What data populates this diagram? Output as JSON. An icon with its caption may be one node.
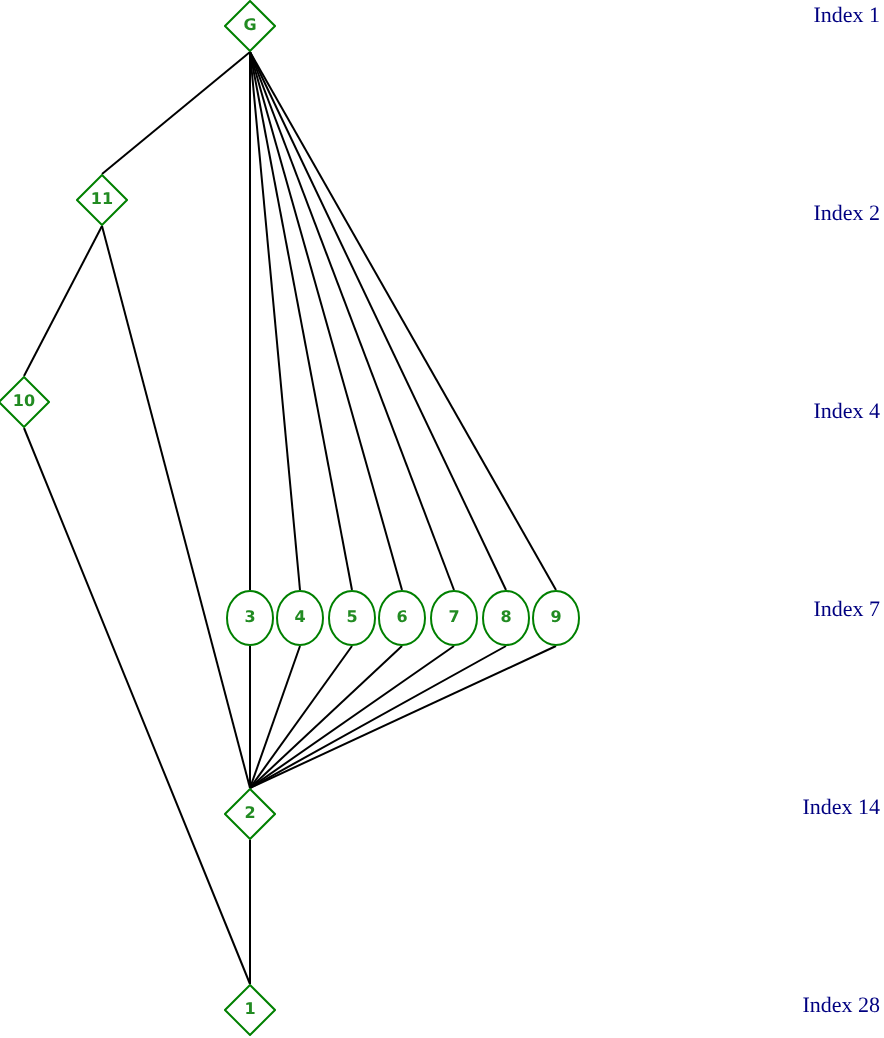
{
  "diagram": {
    "nodes": [
      {
        "text": [
          "G"
        ]
      },
      {
        "text": [
          "11"
        ]
      },
      {
        "text": [
          "10"
        ]
      },
      {
        "text": [
          "3"
        ]
      },
      {
        "text": [
          "4"
        ]
      },
      {
        "text": [
          "5"
        ]
      },
      {
        "text": [
          "6"
        ]
      },
      {
        "text": [
          "7"
        ]
      },
      {
        "text": [
          "8"
        ]
      },
      {
        "text": [
          "9"
        ]
      },
      {
        "text": [
          "2"
        ]
      },
      {
        "text": [
          "1"
        ]
      }
    ],
    "edges": [
      {
        "from": 0,
        "to": 1,
        "arrow": "none"
      },
      {
        "from": 0,
        "to": 3,
        "arrow": "none"
      },
      {
        "from": 0,
        "to": 4,
        "arrow": "none"
      },
      {
        "from": 0,
        "to": 5,
        "arrow": "none"
      },
      {
        "from": 0,
        "to": 6,
        "arrow": "none"
      },
      {
        "from": 0,
        "to": 7,
        "arrow": "none"
      },
      {
        "from": 0,
        "to": 8,
        "arrow": "none"
      },
      {
        "from": 0,
        "to": 9,
        "arrow": "none"
      },
      {
        "from": 1,
        "to": 2,
        "arrow": "none"
      },
      {
        "from": 1,
        "to": 10,
        "arrow": "none"
      },
      {
        "from": 2,
        "to": 11,
        "arrow": "none"
      },
      {
        "from": 3,
        "to": 10,
        "arrow": "none"
      },
      {
        "from": 4,
        "to": 10,
        "arrow": "none"
      },
      {
        "from": 5,
        "to": 10,
        "arrow": "none"
      },
      {
        "from": 6,
        "to": 10,
        "arrow": "none"
      },
      {
        "from": 7,
        "to": 10,
        "arrow": "none"
      },
      {
        "from": 8,
        "to": 10,
        "arrow": "none"
      },
      {
        "from": 9,
        "to": 10,
        "arrow": "none"
      },
      {
        "from": 10,
        "to": 11,
        "arrow": "none"
      }
    ],
    "labels": [
      "Index 1",
      "Index 2",
      "Index 4",
      "Index 7",
      "Index 14",
      "Index 28"
    ]
  }
}
